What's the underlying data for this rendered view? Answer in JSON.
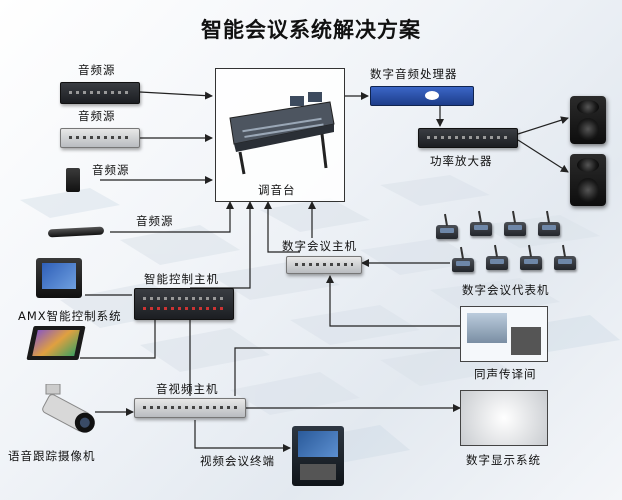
{
  "title": "智能会议系统解决方案",
  "labels": {
    "audio_source_1": "音频源",
    "audio_source_2": "音频源",
    "audio_source_3": "音频源",
    "audio_source_4": "音频源",
    "digital_audio_processor": "数字音频处理器",
    "mixer": "调音台",
    "power_amplifier": "功率放大器",
    "conference_host": "数字会议主机",
    "delegate_units": "数字会议代表机",
    "smart_control_host": "智能控制主机",
    "amx_system": "AMX智能控制系统",
    "interpretation": "同声传译间",
    "av_host": "音视频主机",
    "tracking_camera": "语音跟踪摄像机",
    "video_terminal": "视频会议终端",
    "digital_display": "数字显示系统"
  }
}
